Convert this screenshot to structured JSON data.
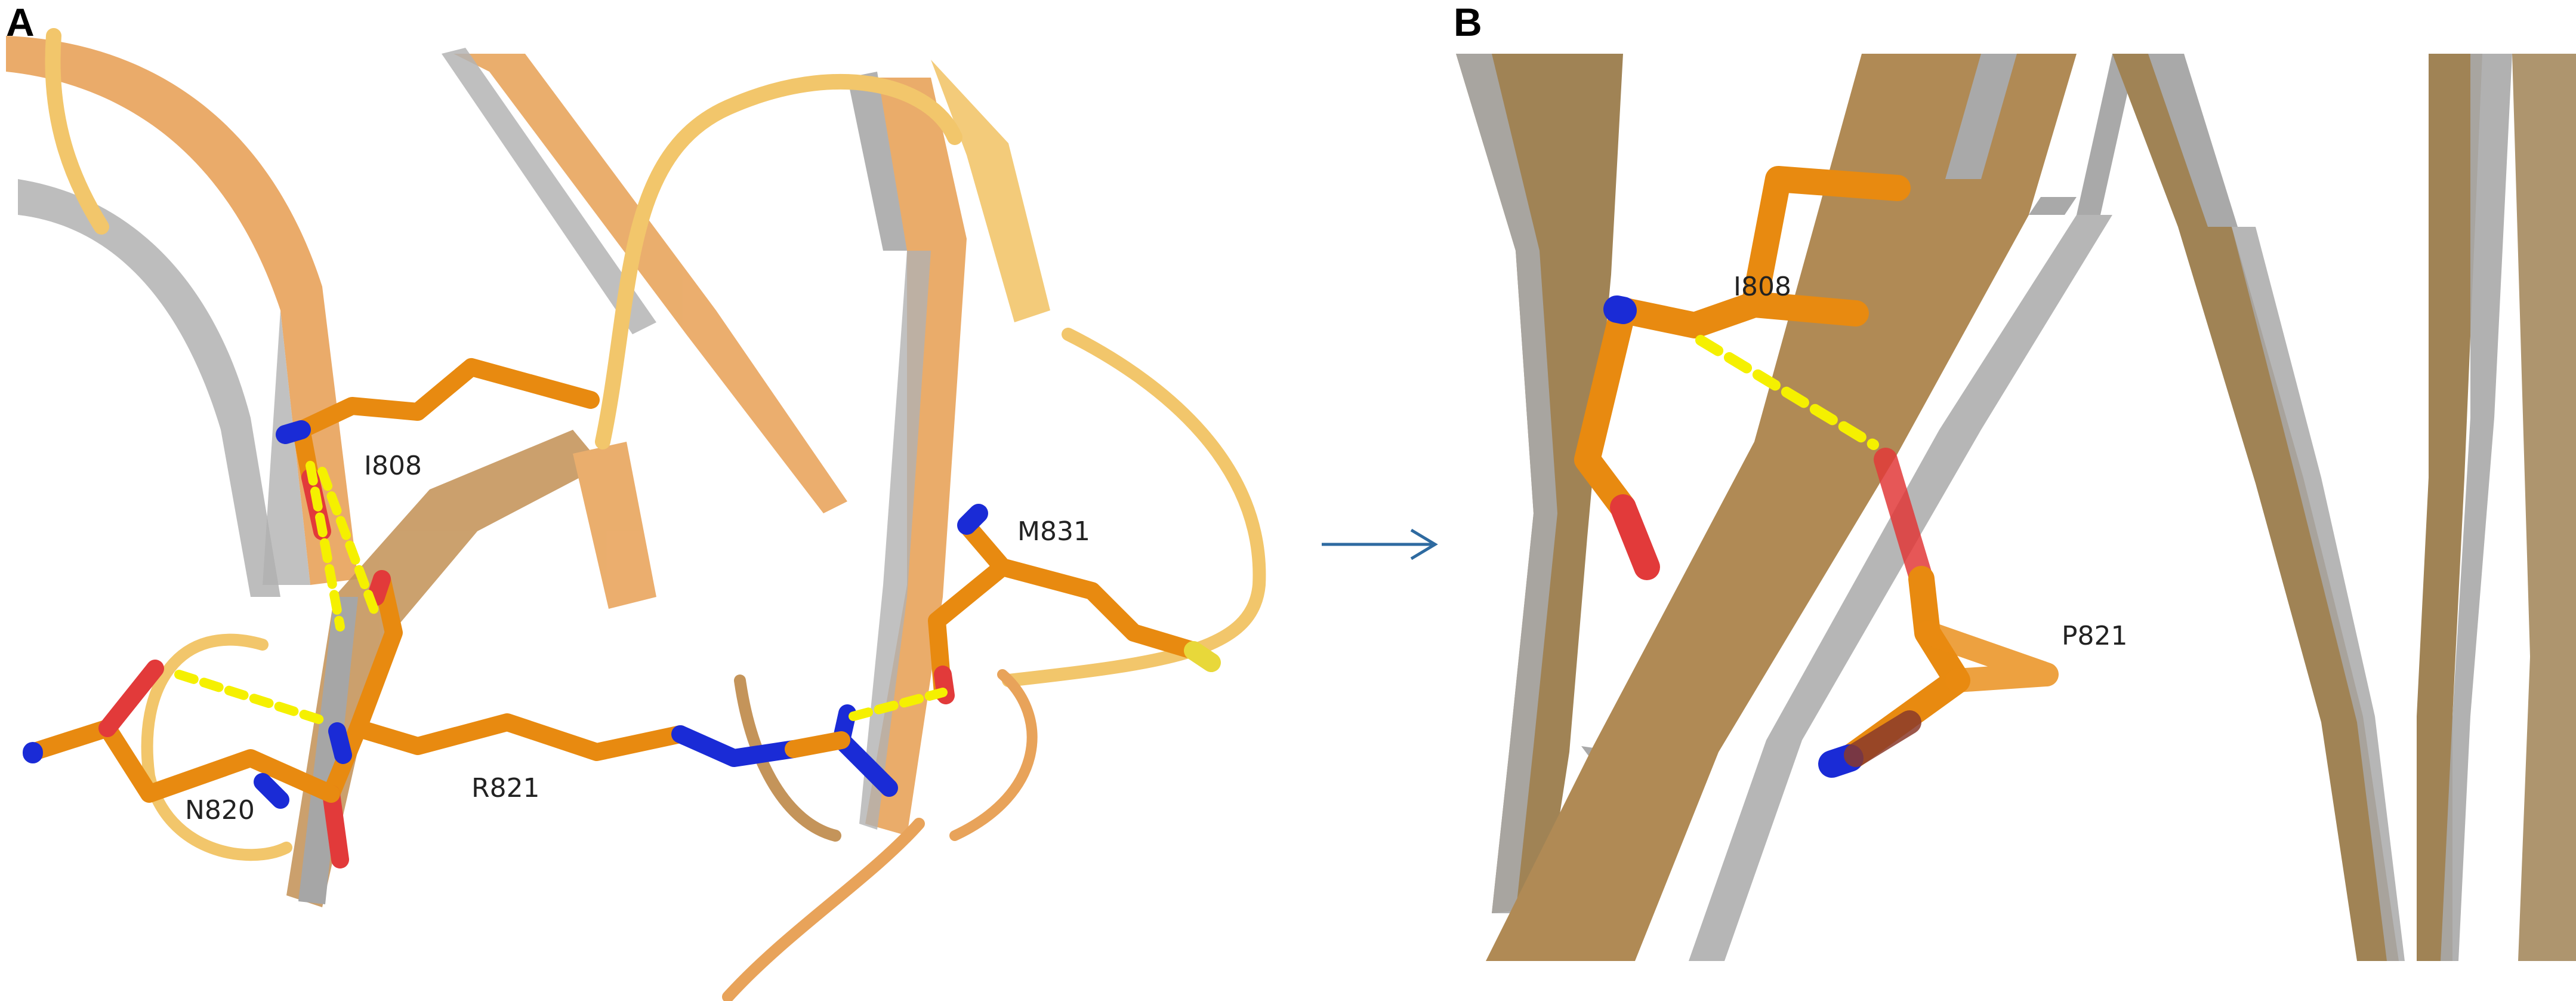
{
  "panels": [
    {
      "letter": "A",
      "residues": [
        "I808",
        "M831",
        "N820",
        "R821"
      ]
    },
    {
      "letter": "B",
      "residues": [
        "I808",
        "P821"
      ]
    }
  ],
  "colors": {
    "ribbon_orange": "#e8a35a",
    "ribbon_gold": "#f2c66b",
    "ribbon_tan": "#b08a55",
    "ribbon_side_gray": "#a9a9a9",
    "carbon": "#e88a10",
    "nitrogen": "#1a2bd6",
    "oxygen": "#e23a3a",
    "sulfur": "#e8d83a",
    "hbond": "#f5f000",
    "arrow": "#2e6aa0"
  }
}
